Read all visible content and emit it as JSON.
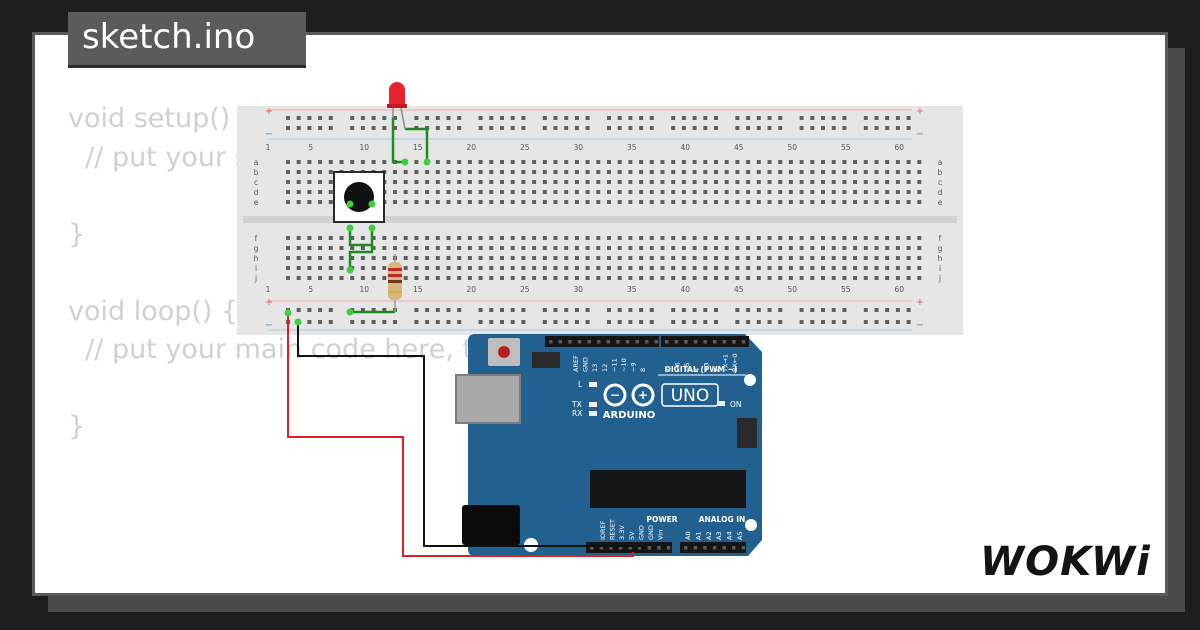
{
  "tab": {
    "filename": "sketch.ino"
  },
  "code": {
    "lines": [
      "void setup() {",
      "  // put your setup code here, to run once:",
      "",
      "}",
      "",
      "void loop() {",
      "  // put your main code here, to run repeatedly:",
      "",
      "}"
    ]
  },
  "breadboard": {
    "column_numbers": [
      "1",
      "5",
      "10",
      "15",
      "20",
      "25",
      "30",
      "35",
      "40",
      "45",
      "50",
      "55",
      "60"
    ],
    "row_letters_top": [
      "a",
      "b",
      "c",
      "d",
      "e"
    ],
    "row_letters_bottom": [
      "f",
      "g",
      "h",
      "i",
      "j"
    ],
    "plus": "+",
    "minus": "−"
  },
  "arduino": {
    "brand": "ARDUINO",
    "model": "UNO",
    "digital_label": "DIGITAL (PWM ~)",
    "power_label": "POWER",
    "analog_label": "ANALOG IN",
    "on_label": "ON",
    "l_label": "L",
    "tx_label": "TX",
    "rx_label": "RX",
    "digital_pins": [
      "AREF",
      "GND",
      "13",
      "12",
      "~11",
      "~10",
      "~9",
      "8",
      "7",
      "~6",
      "~5",
      "4",
      "~3",
      "2",
      "TX→1",
      "RX←0"
    ],
    "power_pins": [
      "IOREF",
      "RESET",
      "3.3V",
      "5V",
      "GND",
      "GND",
      "Vin"
    ],
    "analog_pins": [
      "A0",
      "A1",
      "A2",
      "A3",
      "A4",
      "A5"
    ]
  },
  "brand": {
    "logo_text": "WOKWi"
  },
  "colors": {
    "board": "#22608f",
    "wire_red": "#e02020",
    "wire_green": "#1f8a1f",
    "led": "#e8222a"
  }
}
